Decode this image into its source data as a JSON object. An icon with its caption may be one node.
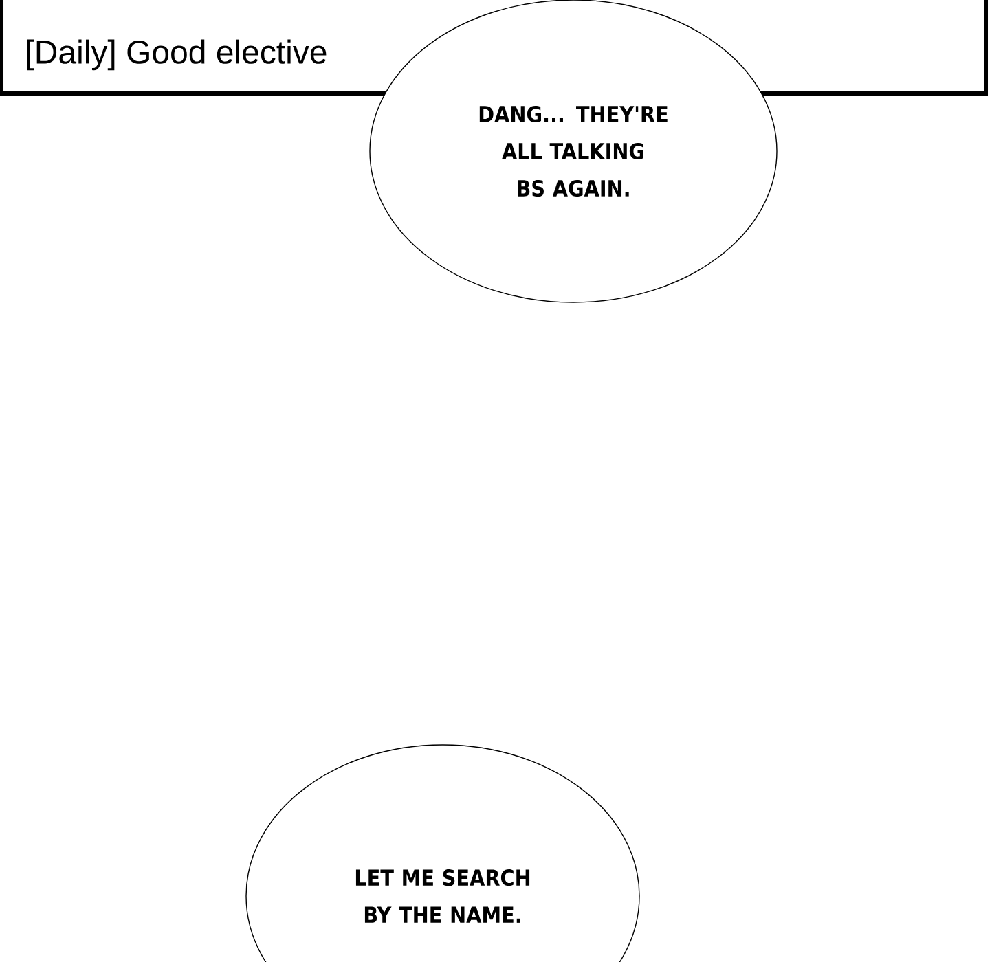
{
  "diagram": {
    "nodes": [
      {
        "text": [
          "[Daily] Good elective"
        ]
      },
      {
        "text": [
          "DANG... THEY'RE ALL TALKING BS AGAIN."
        ]
      },
      {
        "text": [
          "LET ME SEARCH BY THE NAME."
        ]
      }
    ]
  }
}
